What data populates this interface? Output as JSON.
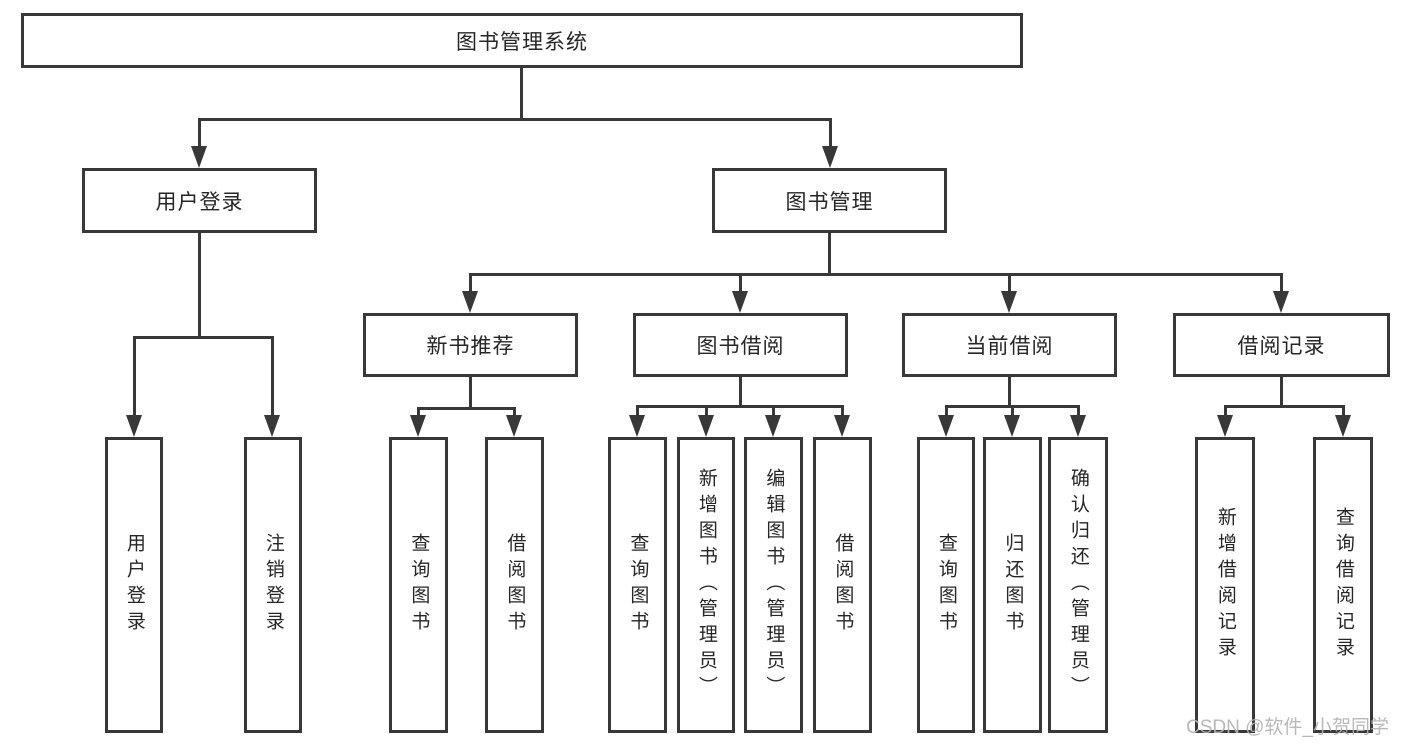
{
  "tree": {
    "root": {
      "label": "图书管理系统"
    },
    "branches": [
      {
        "label": "用户登录",
        "children": [
          {
            "label": "用户登录"
          },
          {
            "label": "注销登录"
          }
        ]
      },
      {
        "label": "图书管理",
        "children": [
          {
            "label": "新书推荐",
            "children": [
              {
                "label": "查询图书"
              },
              {
                "label": "借阅图书"
              }
            ]
          },
          {
            "label": "图书借阅",
            "children": [
              {
                "label": "查询图书"
              },
              {
                "label": "新增图书（管理员）"
              },
              {
                "label": "编辑图书（管理员）"
              },
              {
                "label": "借阅图书"
              }
            ]
          },
          {
            "label": "当前借阅",
            "children": [
              {
                "label": "查询图书"
              },
              {
                "label": "归还图书"
              },
              {
                "label": "确认归还（管理员）"
              }
            ]
          },
          {
            "label": "借阅记录",
            "children": [
              {
                "label": "新增借阅记录"
              },
              {
                "label": "查询借阅记录"
              }
            ]
          }
        ]
      }
    ]
  },
  "watermark": "CSDN @软件_小贺同学",
  "colors": {
    "line_color": "#383838",
    "border_color": "#383838",
    "text_color": "#262626",
    "watermark_color": "#b4b4b4",
    "bg_color": "#ffffff"
  }
}
